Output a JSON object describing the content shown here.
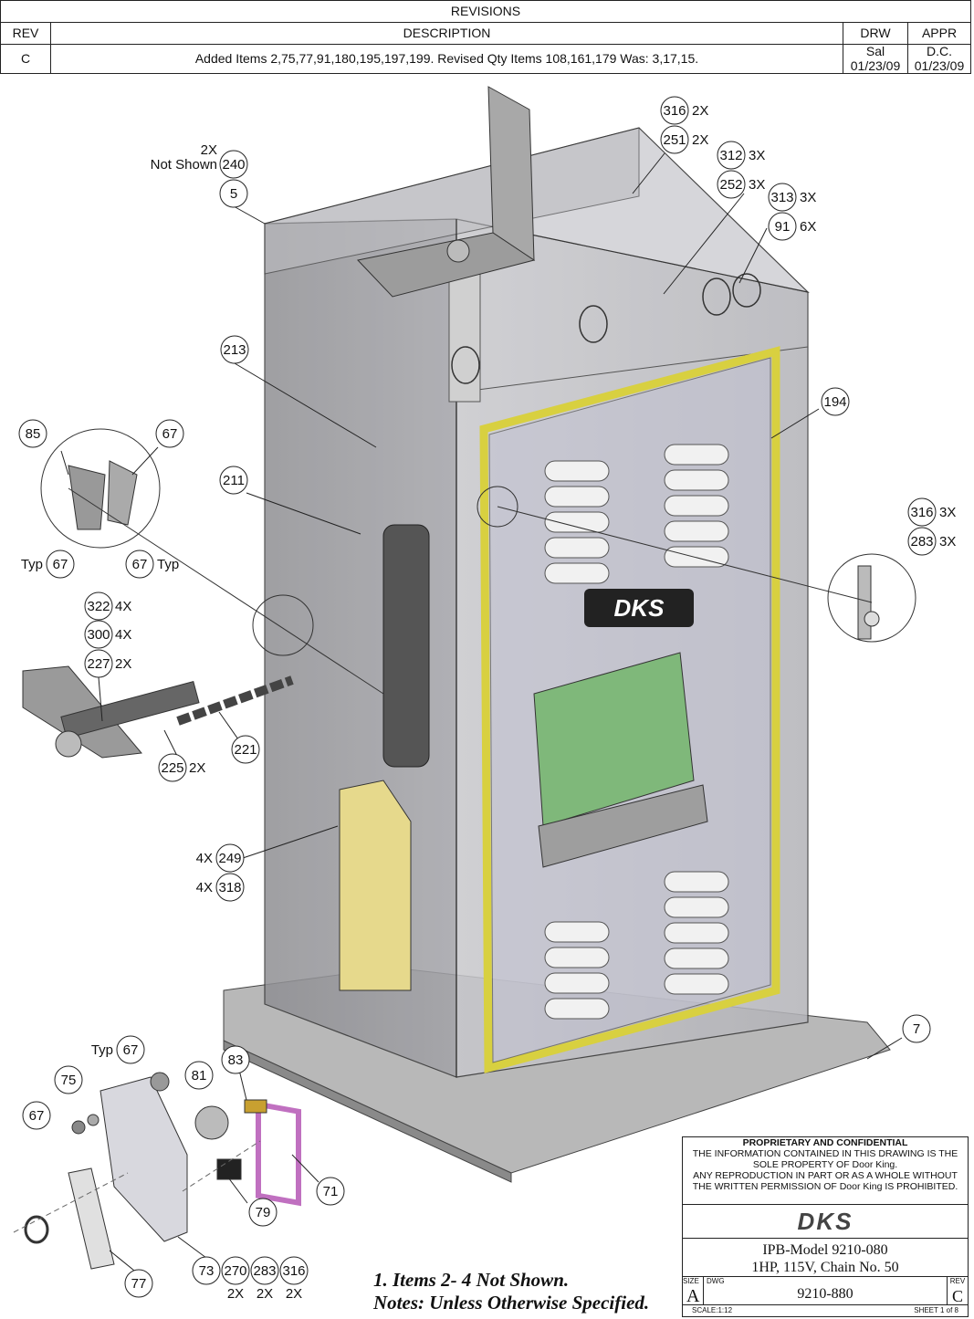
{
  "revisions": {
    "title": "REVISIONS",
    "headers": {
      "rev": "REV",
      "description": "DESCRIPTION",
      "drw": "DRW",
      "appr": "APPR"
    },
    "row": {
      "rev": "C",
      "description": "Added Items 2,75,77,91,180,195,197,199. Revised Qty Items 108,161,179 Was: 3,17,15.",
      "drw_name": "Sal",
      "drw_date": "01/23/09",
      "appr_name": "D.C.",
      "appr_date": "01/23/09"
    }
  },
  "callouts": {
    "b316a": "316",
    "b316a_q": "2X",
    "b251": "251",
    "b251_q": "2X",
    "b312": "312",
    "b312_q": "3X",
    "b252": "252",
    "b252_q": "3X",
    "b313": "313",
    "b313_q": "3X",
    "b91": "91",
    "b91_q": "6X",
    "b240_q": "2X",
    "b240_note": "Not Shown",
    "b240": "240",
    "b5": "5",
    "b213": "213",
    "b194": "194",
    "b85": "85",
    "b67a": "67",
    "b67b": "67",
    "b67b_note": "Typ",
    "b67c": "67",
    "b67c_note": "Typ",
    "b211": "211",
    "b316b": "316",
    "b316b_q": "3X",
    "b283a": "283",
    "b283a_q": "3X",
    "b322": "322",
    "b322_q": "4X",
    "b300": "300",
    "b300_q": "4X",
    "b227": "227",
    "b227_q": "2X",
    "b221": "221",
    "b225": "225",
    "b225_q": "2X",
    "b249": "249",
    "b249_q": "4X",
    "b318": "318",
    "b318_q": "4X",
    "b7": "7",
    "b67d": "67",
    "b67d_note": "Typ",
    "b83": "83",
    "b75": "75",
    "b81": "81",
    "b67e": "67",
    "b71": "71",
    "b79": "79",
    "b77": "77",
    "b73": "73",
    "b270": "270",
    "b270_q": "2X",
    "b283b": "283",
    "b283b_q": "2X",
    "b316c": "316",
    "b316c_q": "2X"
  },
  "panel_logo": "DKS",
  "notes": {
    "line1": "1. Items 2- 4 Not Shown.",
    "line2": "Notes: Unless Otherwise Specified."
  },
  "title_block": {
    "conf_heading": "PROPRIETARY AND CONFIDENTIAL",
    "conf_l1": "THE INFORMATION CONTAINED IN THIS DRAWING IS THE",
    "conf_l2": "SOLE PROPERTY OF Door King.",
    "conf_l3": "ANY REPRODUCTION IN PART OR AS A WHOLE WITHOUT",
    "conf_l4": "THE WRITTEN PERMISSION OF Door King IS PROHIBITED.",
    "logo": "DKS",
    "title_l1": "IPB-Model 9210-080",
    "title_l2": "1HP, 115V, Chain No. 50",
    "size_label": "SIZE",
    "size": "A",
    "dwg_label": "DWG",
    "dwg_no": "9210-880",
    "rev_label": "REV",
    "rev": "C",
    "scale": "SCALE:1:12",
    "sheet": "SHEET 1 of 8"
  },
  "colors": {
    "housing": "#9a9a9a",
    "gasket": "#d8d040",
    "pcb": "#7fb87a",
    "transformer": "#e6d98c",
    "bracket": "#c070c0"
  }
}
